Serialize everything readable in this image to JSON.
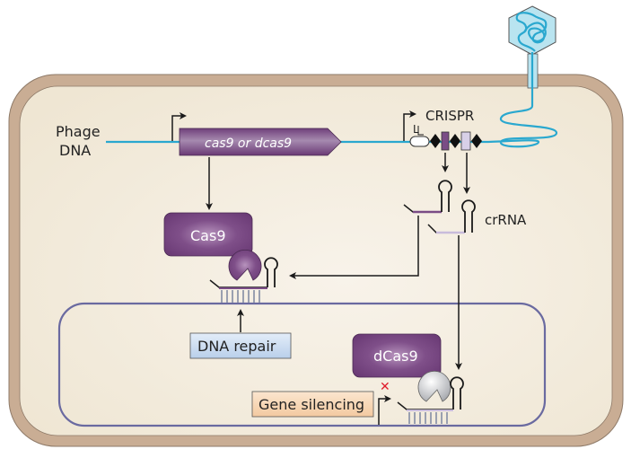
{
  "labels": {
    "phage_dna_line1": "Phage",
    "phage_dna_line2": "DNA",
    "gene": "cas9 or dcas9",
    "crispr": "CRISPR",
    "leader": "L",
    "crrna": "crRNA",
    "cas9": "Cas9",
    "dcas9": "dCas9",
    "dna_repair": "DNA repair",
    "gene_silencing": "Gene silencing",
    "blocked_mark": "✕"
  },
  "colors": {
    "cell_wall": "#c9ad94",
    "cytoplasm": "#f2ead9",
    "phage_dna": "#2aa8cf",
    "capsid": "#b9e4f0",
    "protein_purple": "#6e3d78",
    "crrna_dark": "#7a4c86",
    "crrna_light": "#c9bcdc",
    "chromosome": "#6a6aa0",
    "dna_repair_box": "#cfe0f4",
    "gene_silencing_box": "#f8d9b8",
    "blocked_red": "#e01c2c"
  }
}
